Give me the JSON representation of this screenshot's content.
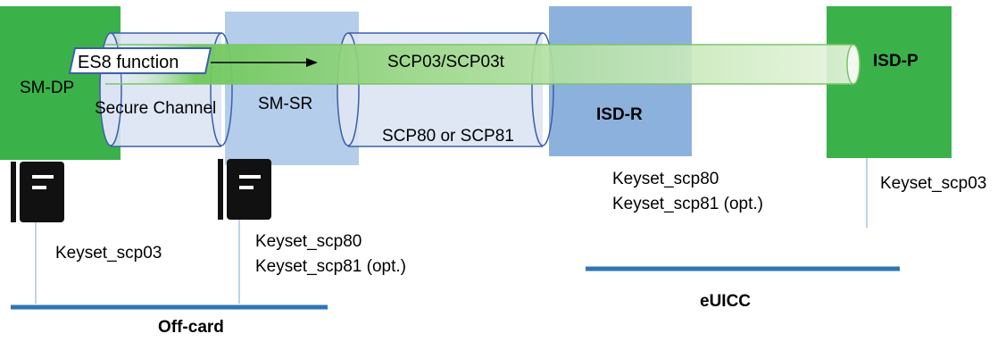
{
  "labels": {
    "sm_dp": "SM-DP",
    "sm_sr": "SM-SR",
    "isd_r": "ISD-R",
    "isd_p": "ISD-P",
    "secure_channel": "Secure Channel",
    "scp80_or_scp81": "SCP80 or SCP81",
    "scp03": "SCP03/SCP03t",
    "es8_function": "ES8 function",
    "off_card": "Off-card",
    "euicc": "eUICC"
  },
  "keysets": {
    "sm_dp": [
      "Keyset_scp03"
    ],
    "sm_sr": [
      "Keyset_scp80",
      "Keyset_scp81 (opt.)"
    ],
    "isd_r": [
      "Keyset_scp80",
      "Keyset_scp81 (opt.)"
    ],
    "isd_p": [
      "Keyset_scp03"
    ]
  },
  "colors": {
    "green": "#3BB14A",
    "sm_sr_blue": "#B4CDEA",
    "isd_r_blue": "#8DB1DD",
    "pipe_fill": "#DCE4F4",
    "pipe_stroke": "#3C5FA8",
    "bar_blue": "#2E75B6",
    "server_black": "#111111"
  },
  "icons": [
    "server-icon",
    "server-icon"
  ]
}
